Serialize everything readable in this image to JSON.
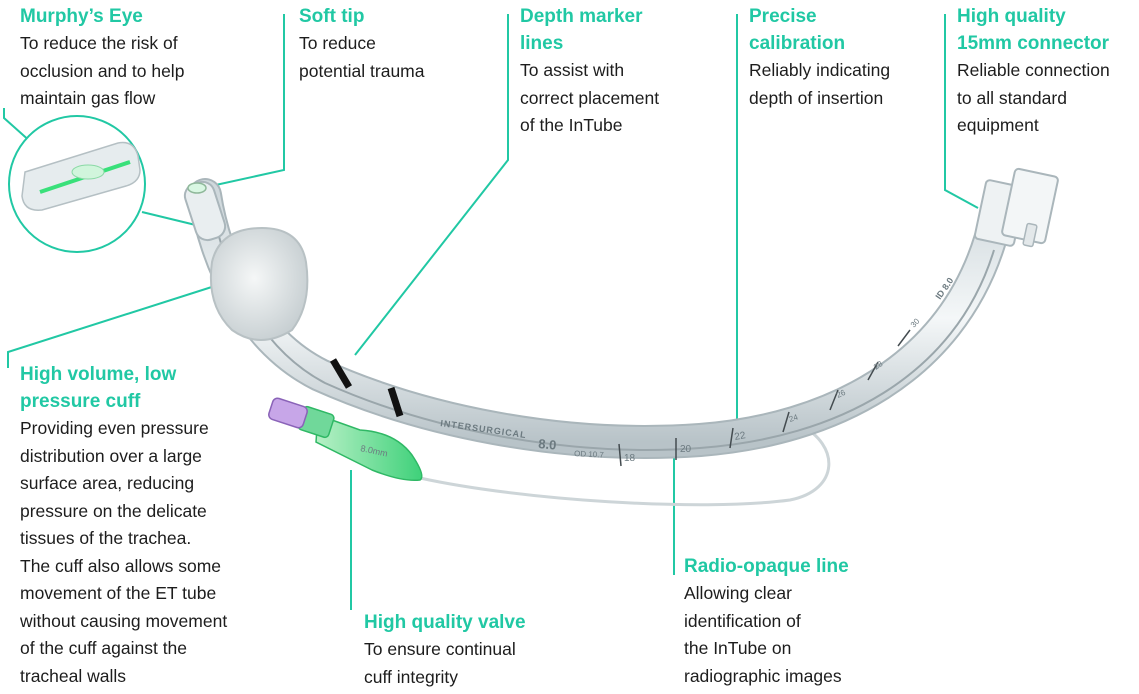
{
  "accent_color": "#21c8a4",
  "text_color": "#1d1d1d",
  "callouts": {
    "murphys_eye": {
      "title": "Murphy’s Eye",
      "desc": "To reduce the risk of\nocclusion and to help\nmaintain gas flow"
    },
    "soft_tip": {
      "title": "Soft tip",
      "desc": "To reduce\npotential trauma"
    },
    "depth_marker": {
      "title": "Depth marker\nlines",
      "desc": "To assist with\ncorrect placement\nof the InTube"
    },
    "calibration": {
      "title": "Precise\ncalibration",
      "desc": "Reliably indicating\ndepth of insertion"
    },
    "connector": {
      "title": "High quality\n15mm connector",
      "desc": "Reliable connection\nto all standard\nequipment"
    },
    "cuff": {
      "title": "High volume, low\npressure cuff",
      "desc": "Providing even pressure\ndistribution over a large\nsurface area, reducing\npressure on the delicate\ntissues of the trachea.\nThe cuff also allows some\nmovement of the ET tube\nwithout causing movement\nof the cuff against the\ntracheal walls"
    },
    "valve": {
      "title": "High quality valve",
      "desc": "To ensure continual\ncuff integrity"
    },
    "radio_opaque": {
      "title": "Radio-opaque line",
      "desc": "Allowing clear\nidentification of\nthe InTube on\nradiographic images"
    }
  },
  "tube_labels": {
    "brand": "INTERSURGICAL",
    "size": "8.0",
    "od": "OD 10.7",
    "pilot_size": "8.0mm",
    "mark_18": "18",
    "mark_20": "20",
    "mark_22": "22",
    "mark_24": "24",
    "mark_26": "26",
    "mark_28": "28",
    "mark_30": "30",
    "id_label": "ID 8.0"
  }
}
